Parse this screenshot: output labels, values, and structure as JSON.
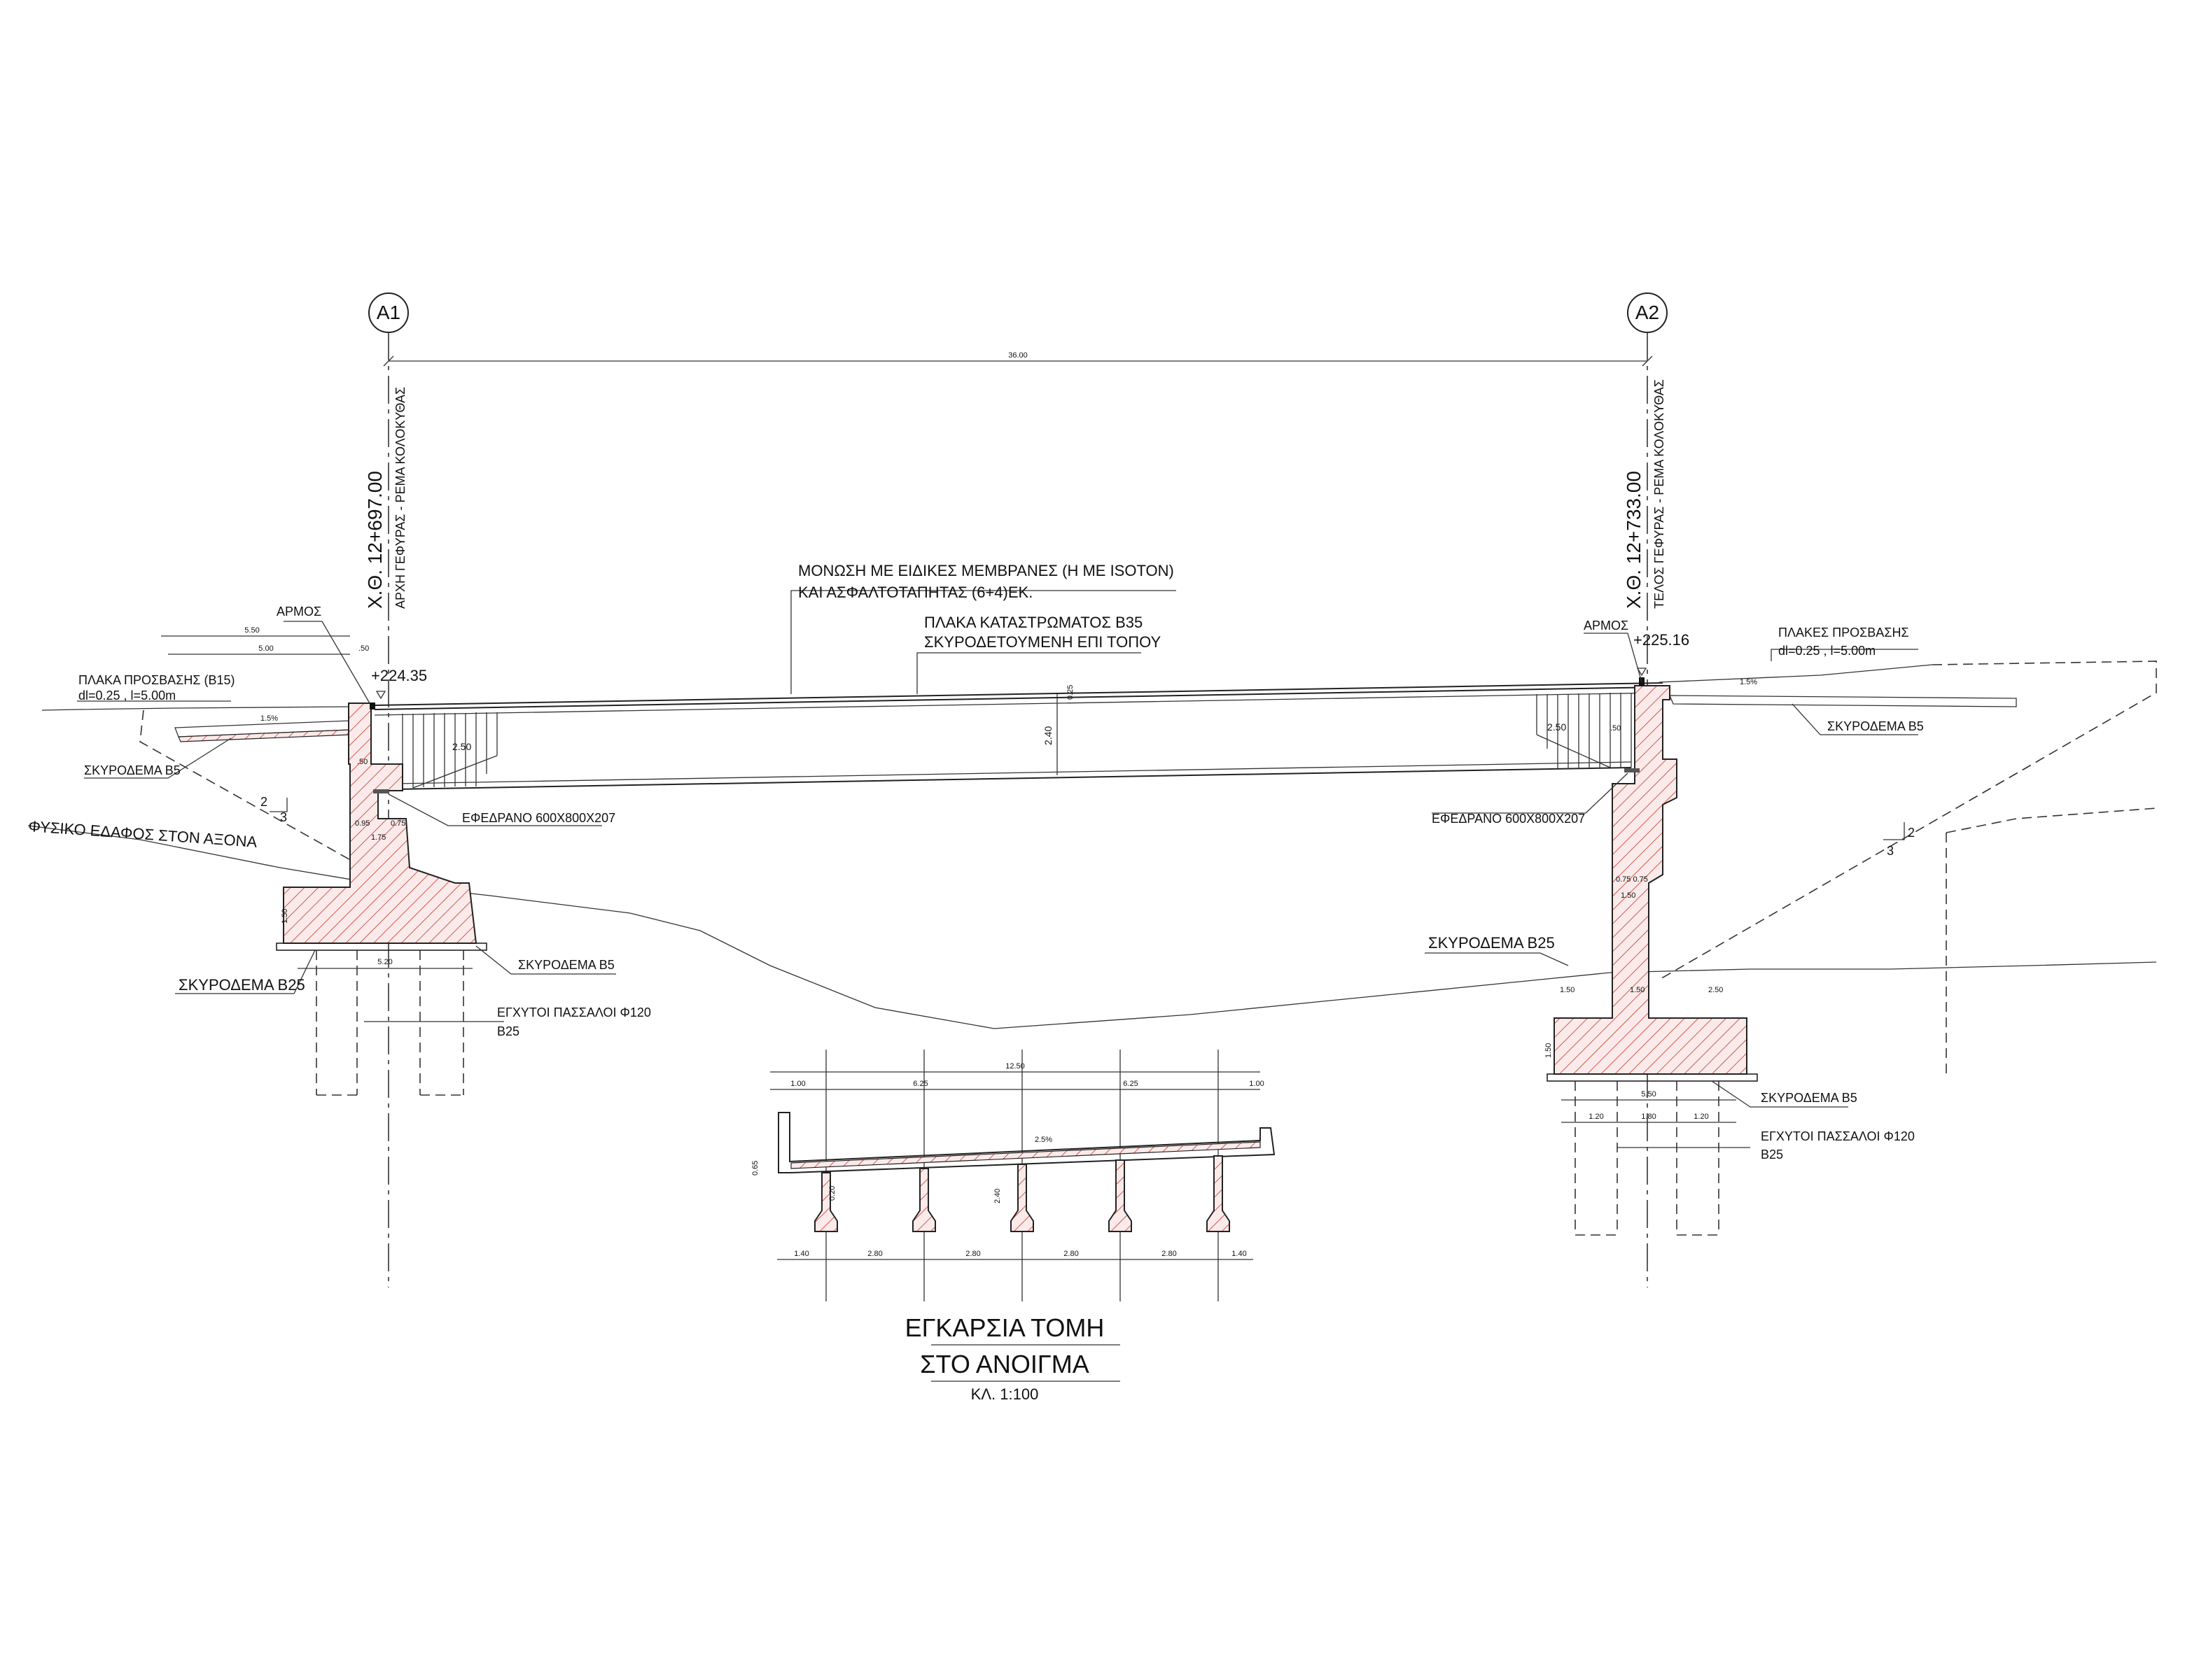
{
  "axes": {
    "left": {
      "tag": "A1",
      "chainage": "Χ.Θ. 12+697.00",
      "desc": "ΑΡΧΗ ΓΕΦΥΡΑΣ - ΡΕΜΑ ΚΟΛΟΚΥΘΑΣ"
    },
    "right": {
      "tag": "A2",
      "chainage": "Χ.Θ. 12+733.00",
      "desc": "ΤΕΛΟΣ ΓΕΦΥΡΑΣ - ΡΕΜΑ ΚΟΛΟΚΥΘΑΣ"
    },
    "span": "36.00"
  },
  "labels": {
    "membrane_1": "ΜΟΝΩΣΗ ΜΕ ΕΙΔΙΚΕΣ ΜΕΜΒΡΑΝΕΣ (Η ΜΕ ISOTON)",
    "membrane_2": "ΚΑΙ ΑΣΦΑΛΤΟΤΑΠΗΤΑΣ (6+4)ΕΚ.",
    "deck_1": "ΠΛΑΚΑ ΚΑΤΑΣΤΡΩΜΑΤΟΣ Β35",
    "deck_2": "ΣΚΥΡΟΔΕΤΟΥΜΕΝΗ ΕΠΙ ΤΟΠΟΥ",
    "joint_left": "ΑΡΜΟΣ",
    "joint_right": "ΑΡΜΟΣ",
    "level_left": "+224.35",
    "level_right": "+225.16",
    "approach_left_1": "ΠΛΑΚΑ ΠΡΟΣΒΑΣΗΣ (Β15)",
    "approach_left_2": "dl=0.25 , l=5.00m",
    "approach_right_1": "ΠΛΑΚΕΣ ΠΡΟΣΒΑΣΗΣ",
    "approach_right_2": "dl=0.25 , l=5.00m",
    "b5_left_top": "ΣΚΥΡΟΔΕΜΑ Β5",
    "b5_right_top": "ΣΚΥΡΟΔΕΜΑ Β5",
    "bearing_left": "ΕΦΕΔΡΑΝΟ 600Χ800Χ207",
    "bearing_right": "ΕΦΕΔΡΑΝΟ 600Χ800Χ207",
    "ground": "ΦΥΣΙΚΟ ΕΔΑΦΟΣ ΣΤΟΝ ΑΞΟΝΑ",
    "b5_left_base": "ΣΚΥΡΟΔΕΜΑ Β5",
    "b25_left": "ΣΚΥΡΟΔΕΜΑ Β25",
    "piles_left_1": "ΕΓΧΥΤΟΙ ΠΑΣΣΑΛΟΙ Φ120",
    "piles_left_2": "Β25",
    "b25_right": "ΣΚΥΡΟΔΕΜΑ Β25",
    "b5_right_base": "ΣΚΥΡΟΔΕΜΑ Β5",
    "piles_right_1": "ΕΓΧΥΤΟΙ ΠΑΣΣΑΛΟΙ Φ120",
    "piles_right_2": "Β25",
    "slope_1": "2",
    "slope_2": "3",
    "slope_3": "2",
    "slope_4": "3",
    "slope_5": "1.5%",
    "slope_6": "1.5%"
  },
  "dims": {
    "d_550": "5.50",
    "d_500": "5.00",
    "d_050": ".50",
    "d_240": "2.40",
    "d_250l": "2.50",
    "d_250r": "2.50",
    "d_025": "0.25",
    "d_050b": ".50",
    "d_095": "0.95",
    "d_075": "0.75",
    "d_175": "1.75",
    "d_150l": "1.50",
    "d_520": "5.20",
    "d_150r_a": "1.50",
    "d_150r_b": "1.50",
    "d_250r2": "2.50",
    "d_075r": "0.75 0.75",
    "d_150r": "1.50",
    "d_150v": "1.50",
    "d_550r": "5.50",
    "d_120a": "1.20",
    "d_180": "1.80",
    "d_120b": "1.20"
  },
  "section": {
    "top_dims": [
      "1.00",
      "6.25",
      "6.25",
      "1.00"
    ],
    "total": "12.50",
    "bottom_dims": [
      "1.40",
      "2.80",
      "2.80",
      "2.80",
      "2.80",
      "1.40"
    ],
    "beam_w": "0.20",
    "height": "2.40",
    "slope": "2.5%",
    "left_h": "0.65",
    "title_1": "ΕΓΚΑΡΣΙΑ ΤΟΜΗ",
    "title_2": "ΣΤΟ ΑΝΟΙΓΜΑ",
    "scale": "ΚΛ. 1:100"
  },
  "colors": {
    "concrete_hatch": "#c0392b",
    "line": "#222222"
  }
}
